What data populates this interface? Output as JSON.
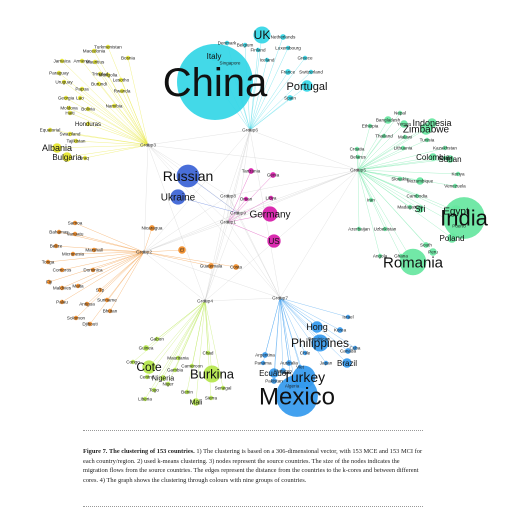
{
  "graph": {
    "cores": [
      {
        "id": "g1",
        "label": "Group1"
      },
      {
        "id": "g2",
        "label": "Group2"
      },
      {
        "id": "g3",
        "label": "Group3"
      },
      {
        "id": "g4",
        "label": "Group4"
      },
      {
        "id": "g5",
        "label": "Group5"
      },
      {
        "id": "g6",
        "label": "Group6"
      },
      {
        "id": "g7",
        "label": "Group7"
      },
      {
        "id": "g8",
        "label": "Group8"
      },
      {
        "id": "g9",
        "label": "Group9"
      }
    ],
    "clusters": [
      {
        "id": "cyan",
        "core": "g6",
        "color": "#33d6e6",
        "nodes": [
          {
            "label": "China",
            "size": 40
          },
          {
            "label": "UK",
            "size": 9
          },
          {
            "label": "Portugal",
            "size": 6
          },
          {
            "label": "Italy",
            "size": 5
          },
          {
            "label": "Netherlands",
            "size": 3
          },
          {
            "label": "Denmark",
            "size": 2
          },
          {
            "label": "Luxembourg",
            "size": 2
          },
          {
            "label": "Belgium",
            "size": 2
          },
          {
            "label": "Singapore",
            "size": 2
          },
          {
            "label": "France",
            "size": 3
          },
          {
            "label": "Switzerland",
            "size": 2
          },
          {
            "label": "Finland",
            "size": 2
          },
          {
            "label": "Iceland",
            "size": 2
          },
          {
            "label": "Spain",
            "size": 3
          },
          {
            "label": "Greece",
            "size": 2
          }
        ]
      },
      {
        "id": "yellow",
        "core": "g3",
        "color": "#e6e62e",
        "nodes": [
          {
            "label": "Albania",
            "size": 5
          },
          {
            "label": "Bulgaria",
            "size": 5
          },
          {
            "label": "Turkmenistan",
            "size": 2
          },
          {
            "label": "Macedonia",
            "size": 2
          },
          {
            "label": "Bosnia",
            "size": 2
          },
          {
            "label": "Jamaica",
            "size": 2
          },
          {
            "label": "Armenia",
            "size": 2
          },
          {
            "label": "Mauritius",
            "size": 2
          },
          {
            "label": "Paraguay",
            "size": 2
          },
          {
            "label": "Trinidad",
            "size": 2
          },
          {
            "label": "Mongolia",
            "size": 2
          },
          {
            "label": "Uruguay",
            "size": 2
          },
          {
            "label": "Burundi",
            "size": 2
          },
          {
            "label": "Lesotho",
            "size": 2
          },
          {
            "label": "Papua",
            "size": 2
          },
          {
            "label": "Georgia",
            "size": 2
          },
          {
            "label": "Lao",
            "size": 2
          },
          {
            "label": "Rwanda",
            "size": 2
          },
          {
            "label": "Moldova",
            "size": 2
          },
          {
            "label": "Namibia",
            "size": 2
          },
          {
            "label": "Bolivia",
            "size": 2
          },
          {
            "label": "Haiti",
            "size": 2
          },
          {
            "label": "Honduras",
            "size": 2
          },
          {
            "label": "Equatorial",
            "size": 2
          },
          {
            "label": "Swaziland",
            "size": 2
          },
          {
            "label": "Tajikistan",
            "size": 2
          },
          {
            "label": "Iraq",
            "size": 2
          }
        ]
      },
      {
        "id": "orange",
        "core": "g2",
        "color": "#f08a24",
        "nodes": [
          {
            "label": "Samoa",
            "size": 2
          },
          {
            "label": "Bahamas",
            "size": 2
          },
          {
            "label": "Vanuatu",
            "size": 2
          },
          {
            "label": "Belize",
            "size": 2
          },
          {
            "label": "Micronesia",
            "size": 2
          },
          {
            "label": "Marshall",
            "size": 2
          },
          {
            "label": "Tonga",
            "size": 2
          },
          {
            "label": "Comoros",
            "size": 2
          },
          {
            "label": "Dominica",
            "size": 2
          },
          {
            "label": "Fiji",
            "size": 2
          },
          {
            "label": "Maldives",
            "size": 2
          },
          {
            "label": "Malta",
            "size": 2
          },
          {
            "label": "STp",
            "size": 2
          },
          {
            "label": "Palau",
            "size": 2
          },
          {
            "label": "Antigua",
            "size": 2
          },
          {
            "label": "Suriname",
            "size": 2
          },
          {
            "label": "Bhutan",
            "size": 2
          },
          {
            "label": "Solomon",
            "size": 2
          },
          {
            "label": "Djibouti",
            "size": 2
          },
          {
            "label": "Nicaragua",
            "size": 3
          },
          {
            "label": "El",
            "size": 4
          },
          {
            "label": "Guatemala",
            "size": 3
          },
          {
            "label": "Costa",
            "size": 3
          }
        ]
      },
      {
        "id": "blue",
        "core": "g9",
        "color": "#3a62d6",
        "nodes": [
          {
            "label": "Russian",
            "size": 12
          },
          {
            "label": "Ukraine",
            "size": 8
          }
        ]
      },
      {
        "id": "magenta",
        "core": "g1",
        "color": "#d61aa8",
        "nodes": [
          {
            "label": "Germany",
            "size": 8
          },
          {
            "label": "US",
            "size": 7
          },
          {
            "label": "Tanzania",
            "size": 3
          },
          {
            "label": "Genia",
            "size": 3
          },
          {
            "label": "Libya",
            "size": 2
          },
          {
            "label": "Oman",
            "size": 2
          }
        ]
      },
      {
        "id": "green",
        "core": "g5",
        "color": "#66e6a0",
        "nodes": [
          {
            "label": "India",
            "size": 22
          },
          {
            "label": "Romania",
            "size": 14
          },
          {
            "label": "Bangladesh",
            "size": 4
          },
          {
            "label": "Yemen",
            "size": 4
          },
          {
            "label": "Indonesia",
            "size": 5
          },
          {
            "label": "Zimbabwe",
            "size": 6
          },
          {
            "label": "Colombia",
            "size": 4
          },
          {
            "label": "Sudan",
            "size": 4
          },
          {
            "label": "Mozambique",
            "size": 4
          },
          {
            "label": "Sri",
            "size": 4
          },
          {
            "label": "Egypt",
            "size": 6
          },
          {
            "label": "Poland",
            "size": 5
          },
          {
            "label": "Peru",
            "size": 4
          },
          {
            "label": "Nepal",
            "size": 2
          },
          {
            "label": "Ethiopia",
            "size": 2
          },
          {
            "label": "Thailand",
            "size": 2
          },
          {
            "label": "Malawi",
            "size": 2
          },
          {
            "label": "Tunisia",
            "size": 2
          },
          {
            "label": "Croatia",
            "size": 2
          },
          {
            "label": "Lithuania",
            "size": 2
          },
          {
            "label": "Kazakhstan",
            "size": 2
          },
          {
            "label": "Belarus",
            "size": 2
          },
          {
            "label": "Bosnia",
            "size": 2
          },
          {
            "label": "Kenya",
            "size": 2
          },
          {
            "label": "Slovakia",
            "size": 2
          },
          {
            "label": "Venezuela",
            "size": 2
          },
          {
            "label": "Iran",
            "size": 2
          },
          {
            "label": "Cambodia",
            "size": 2
          },
          {
            "label": "Madagascar",
            "size": 2
          },
          {
            "label": "Azerbaijan",
            "size": 2
          },
          {
            "label": "Uzbekistan",
            "size": 2
          },
          {
            "label": "Puerto",
            "size": 2
          },
          {
            "label": "South",
            "size": 3
          },
          {
            "label": "Angola",
            "size": 2
          },
          {
            "label": "Ghana",
            "size": 2
          }
        ]
      },
      {
        "id": "lime",
        "core": "g4",
        "color": "#b4e64a",
        "nodes": [
          {
            "label": "Cote",
            "size": 7
          },
          {
            "label": "Burkina",
            "size": 9
          },
          {
            "label": "Guinea",
            "size": 3
          },
          {
            "label": "Gabon",
            "size": 2
          },
          {
            "label": "Congo",
            "size": 2
          },
          {
            "label": "Mauritania",
            "size": 2
          },
          {
            "label": "Chad",
            "size": 2
          },
          {
            "label": "Central",
            "size": 2
          },
          {
            "label": "Nigeria",
            "size": 3
          },
          {
            "label": "Niger",
            "size": 2
          },
          {
            "label": "Togo",
            "size": 2
          },
          {
            "label": "Benin",
            "size": 2
          },
          {
            "label": "Senegal",
            "size": 2
          },
          {
            "label": "Liberia",
            "size": 2
          },
          {
            "label": "Mali",
            "size": 4
          },
          {
            "label": "Sierra",
            "size": 2
          },
          {
            "label": "Cameroon",
            "size": 2
          },
          {
            "label": "Gambia",
            "size": 2
          }
        ]
      },
      {
        "id": "azure",
        "core": "g7",
        "color": "#3399ee",
        "nodes": [
          {
            "label": "Mexico",
            "size": 22
          },
          {
            "label": "Turkey",
            "size": 12
          },
          {
            "label": "Philippines",
            "size": 9
          },
          {
            "label": "Hong",
            "size": 6
          },
          {
            "label": "Brazil",
            "size": 5
          },
          {
            "label": "Ecuador",
            "size": 5
          },
          {
            "label": "Israel",
            "size": 2
          },
          {
            "label": "Korea",
            "size": 3
          },
          {
            "label": "Dominican",
            "size": 3
          },
          {
            "label": "Cuba",
            "size": 2
          },
          {
            "label": "Canada",
            "size": 3
          },
          {
            "label": "Chile",
            "size": 2
          },
          {
            "label": "Argentina",
            "size": 3
          },
          {
            "label": "Australia",
            "size": 3
          },
          {
            "label": "Japan",
            "size": 2
          },
          {
            "label": "Pakistan",
            "size": 3
          },
          {
            "label": "Viet",
            "size": 2
          },
          {
            "label": "Morocco",
            "size": 3
          },
          {
            "label": "Algeria",
            "size": 2
          },
          {
            "label": "Panama",
            "size": 2
          }
        ]
      }
    ]
  },
  "caption": {
    "label": "Figure 7.",
    "title": "The clustering of 153 countries.",
    "body": " 1) The clustering is based on a 306-dimensional vector, with 153 MCE and 153 MCI for each country/region. 2) used k-means clustering. 3) nodes represent the source countries. The size of the nodes indicates the migration flows from the source countries. The edges represent the distance from the countries to the k-cores and between different cores. 4) The graph shows the clustering through colours with nine groups of countries."
  }
}
